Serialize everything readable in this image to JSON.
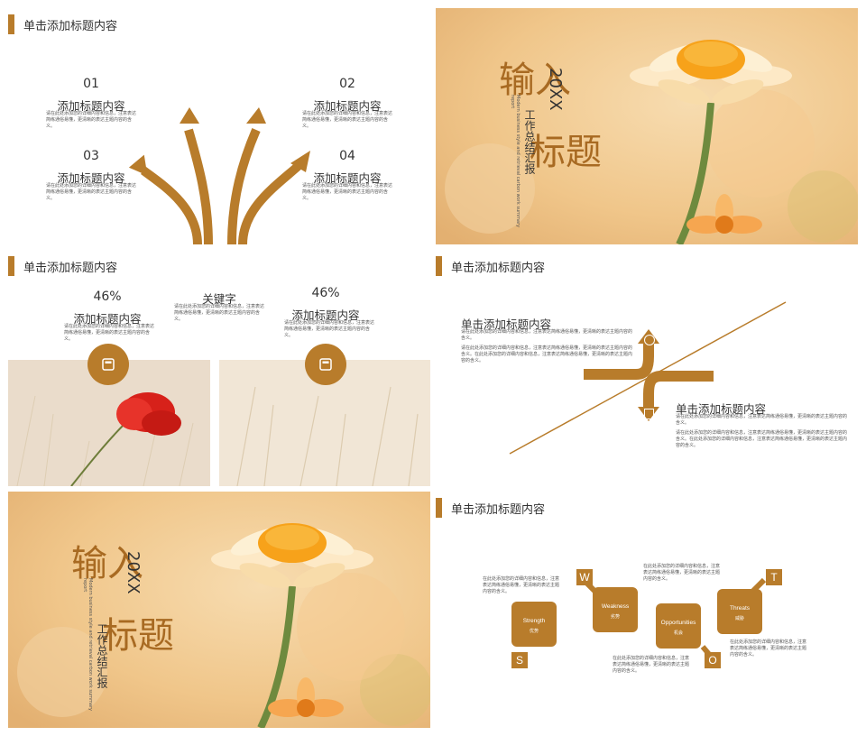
{
  "colors": {
    "accent": "#b87c2b"
  },
  "slide1": {
    "header": "单击添加标题内容",
    "items": [
      {
        "num": "01",
        "title": "添加标题内容",
        "body": "请在此处添加您的详细内容和信息，注意表达简练通俗易懂，更清晰的表达主题内容的含义。"
      },
      {
        "num": "02",
        "title": "添加标题内容",
        "body": "请在此处添加您的详细内容和信息，注意表达简练通俗易懂，更清晰的表达主题内容的含义。"
      },
      {
        "num": "03",
        "title": "添加标题内容",
        "body": "请在此处添加您的详细内容和信息，注意表达简练通俗易懂，更清晰的表达主题内容的含义。"
      },
      {
        "num": "04",
        "title": "添加标题内容",
        "body": "请在此处添加您的详细内容和信息，注意表达简练通俗易懂，更清晰的表达主题内容的含义。"
      }
    ]
  },
  "slide2": {
    "year": "20XX",
    "title_a": "输入",
    "title_b": "标题",
    "subtitle": "工作总结汇报",
    "en_sub": "Modern business style and retrieval carbon work summary report"
  },
  "slide3": {
    "header": "单击添加标题内容",
    "left": {
      "percent": "46%",
      "title": "添加标题内容",
      "body": "请在此处添加您的详细内容和信息，注意表达简练通俗易懂，更清晰的表达主题内容的含义。"
    },
    "mid": {
      "title": "关键字",
      "body": "请在此处添加您的详细内容和信息，注意表达简练通俗易懂，更清晰的表达主题内容的含义。"
    },
    "right": {
      "percent": "46%",
      "title": "添加标题内容",
      "body": "请在此处添加您的详细内容和信息，注意表达简练通俗易懂，更清晰的表达主题内容的含义。"
    }
  },
  "slide4": {
    "header": "单击添加标题内容",
    "top": {
      "title": "单击添加标题内容",
      "body1": "请在此处添加您的详细内容和信息，注意表达简练通俗易懂，更清晰的表达主题内容的含义。",
      "body2": "请在此处添加您的详细内容和信息，注意表达简练通俗易懂，更清晰的表达主题内容的含义。在此处添加您的详细内容和信息，注意表达简练通俗易懂，更清晰的表达主题内容的含义。"
    },
    "bottom": {
      "title": "单击添加标题内容",
      "body1": "请在此处添加您的详细内容和信息，注意表达简练通俗易懂，更清晰的表达主题内容的含义。",
      "body2": "请在此处添加您的详细内容和信息，注意表达简练通俗易懂，更清晰的表达主题内容的含义。在此处添加您的详细内容和信息，注意表达简练通俗易懂，更清晰的表达主题内容的含义。"
    }
  },
  "slide5": {
    "year": "20XX",
    "title_a": "输入",
    "title_b": "标题",
    "subtitle": "工作总结汇报",
    "en_sub": "Modern business style and retrieval carbon work summary report"
  },
  "slide6": {
    "header": "单击添加标题内容",
    "boxes": [
      {
        "letter": "S",
        "en": "Strength",
        "cn": "优势"
      },
      {
        "letter": "W",
        "en": "Weakness",
        "cn": "劣势"
      },
      {
        "letter": "O",
        "en": "Opportunities",
        "cn": "机会"
      },
      {
        "letter": "T",
        "en": "Threats",
        "cn": "威胁"
      }
    ],
    "texts": [
      "在此处添加您的详细内容和信息，注意表达简练通俗易懂，更清晰的表达主题内容的含义。",
      "在此处添加您的详细内容和信息，注意表达简练通俗易懂，更清晰的表达主题内容的含义。",
      "在此处添加您的详细内容和信息，注意表达简练通俗易懂，更清晰的表达主题内容的含义。",
      "在此处添加您的详细内容和信息，注意表达简练通俗易懂，更清晰的表达主题内容的含义。"
    ]
  }
}
